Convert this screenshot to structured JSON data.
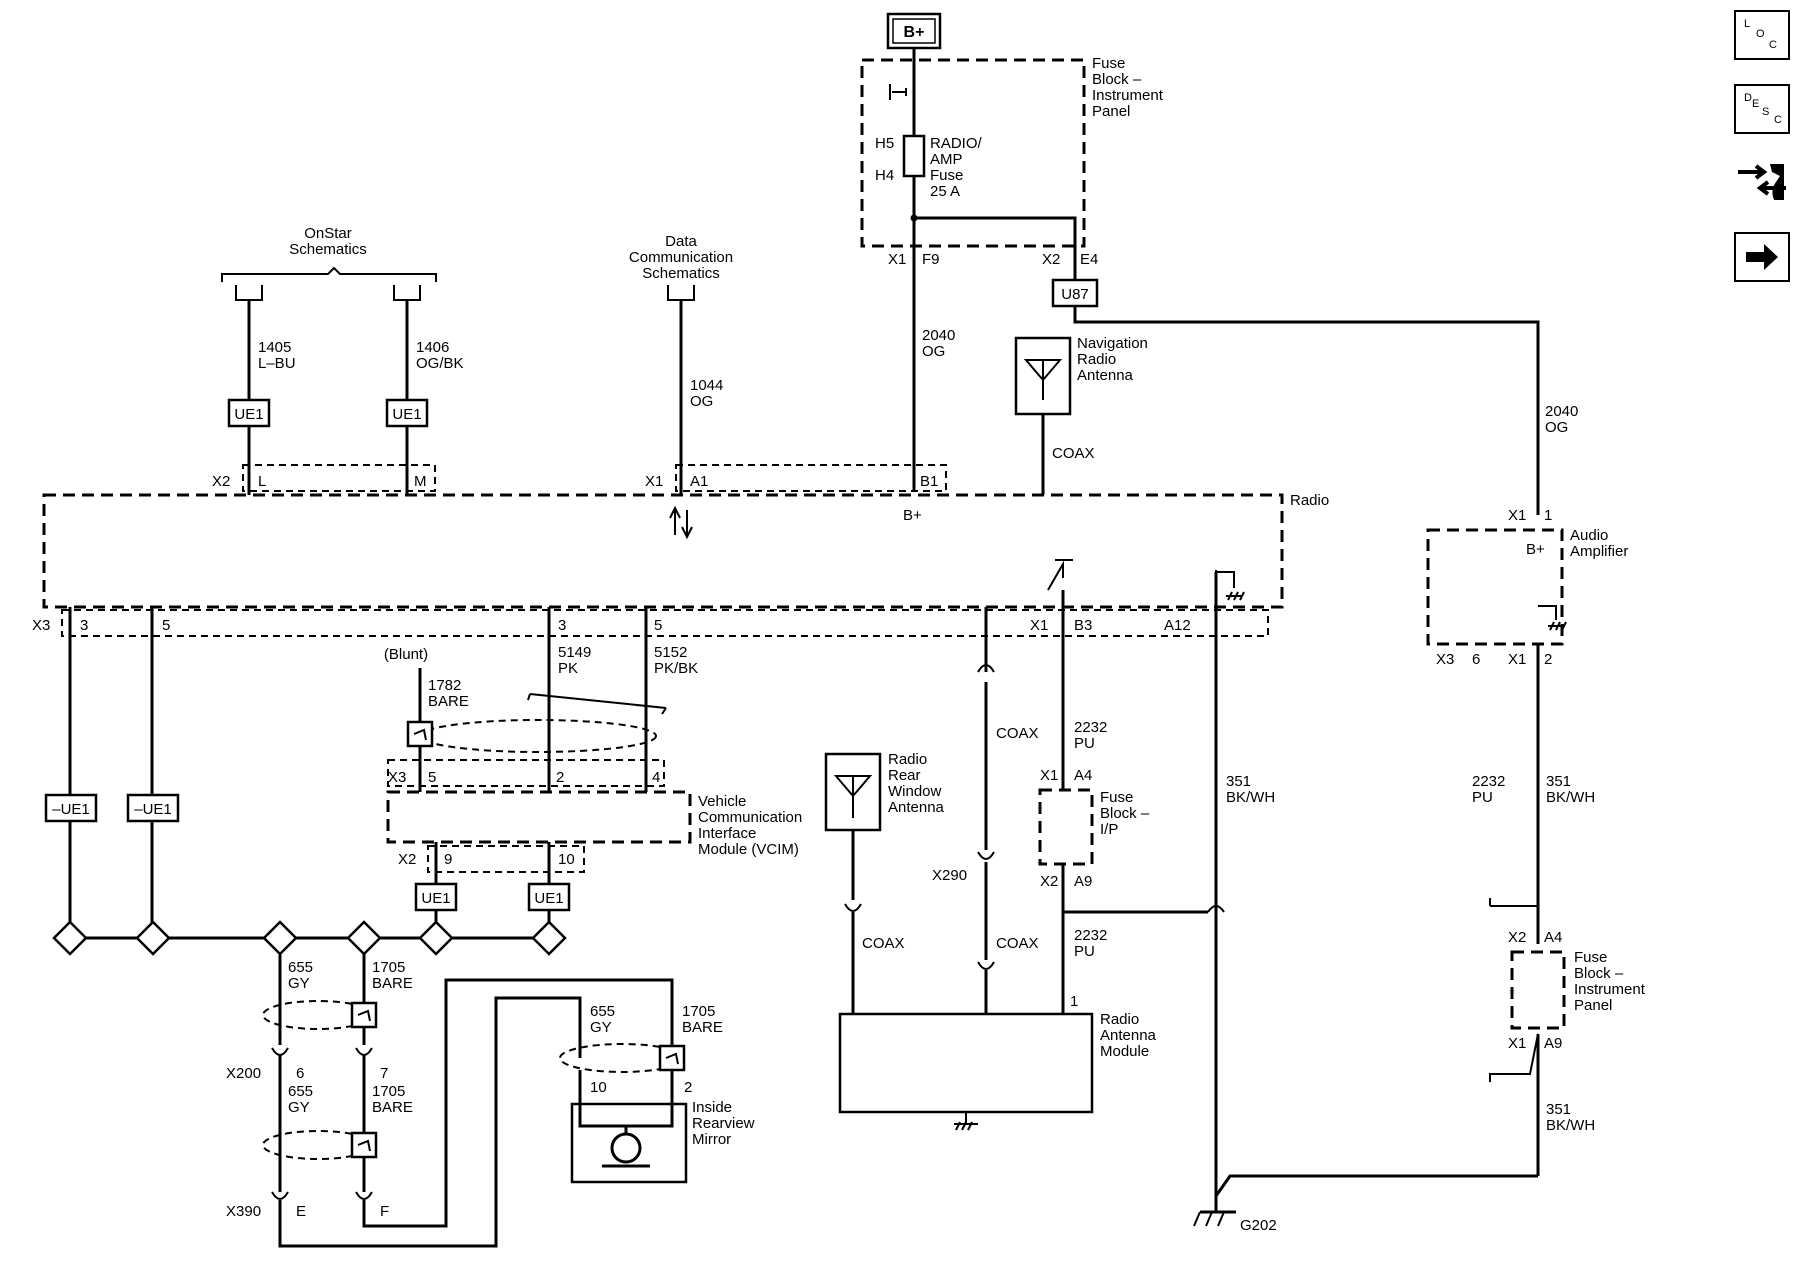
{
  "side_buttons": {
    "loc": [
      "L",
      "O",
      "C"
    ],
    "desc": [
      "D",
      "E",
      "S",
      "C"
    ]
  },
  "refs": {
    "onstar": [
      "OnStar",
      "Schematics"
    ],
    "data_comm": [
      "Data",
      "Communication",
      "Schematics"
    ]
  },
  "power": {
    "bplus_label": "B+",
    "fuse_block_top": [
      "Fuse",
      "Block –",
      "Instrument",
      "Panel"
    ],
    "fuse_label": [
      "RADIO/",
      "AMP",
      "Fuse",
      "25 A"
    ],
    "h5": "H5",
    "h4": "H4",
    "x1": "X1",
    "f9": "F9",
    "x2": "X2",
    "e4": "E4",
    "u87": "U87"
  },
  "wires": {
    "w1405": [
      "1405",
      "L–BU"
    ],
    "w1406": [
      "1406",
      "OG/BK"
    ],
    "w1044": [
      "1044",
      "OG"
    ],
    "w2040_top": [
      "2040",
      "OG"
    ],
    "w2040_right": [
      "2040",
      "OG"
    ],
    "w5149": [
      "5149",
      "PK"
    ],
    "w5152": [
      "5152",
      "PK/BK"
    ],
    "w1782": [
      "1782",
      "BARE"
    ],
    "blunt": "(Blunt)",
    "w2232_a": [
      "2232",
      "PU"
    ],
    "w2232_b": [
      "2232",
      "PU"
    ],
    "w2232_c": [
      "2232",
      "PU"
    ],
    "w351_a": [
      "351",
      "BK/WH"
    ],
    "w351_b": [
      "351",
      "BK/WH"
    ],
    "w351_c": [
      "351",
      "BK/WH"
    ],
    "w655_a": [
      "655",
      "GY"
    ],
    "w655_b": [
      "655",
      "GY"
    ],
    "w655_c": [
      "655",
      "GY"
    ],
    "w1705_a": [
      "1705",
      "BARE"
    ],
    "w1705_b": [
      "1705",
      "BARE"
    ],
    "w1705_c": [
      "1705",
      "BARE"
    ]
  },
  "ue1": "UE1",
  "neg_ue1": "–UE1",
  "radio": {
    "label": "Radio",
    "x2": "X2",
    "l": "L",
    "m": "M",
    "x1": "X1",
    "a1": "A1",
    "b1": "B1",
    "bplus": "B+",
    "x3": "X3",
    "p3a": "3",
    "p5a": "5",
    "p3b": "3",
    "p5b": "5",
    "x1b": "X1",
    "b3": "B3",
    "a12": "A12"
  },
  "nav_antenna": [
    "Navigation",
    "Radio",
    "Antenna"
  ],
  "coax": "COAX",
  "vcim": {
    "label": [
      "Vehicle",
      "Communication",
      "Interface",
      "Module (VCIM)"
    ],
    "x3": "X3",
    "p5": "5",
    "p2": "2",
    "p4": "4",
    "x2": "X2",
    "p9": "9",
    "p10": "10"
  },
  "rear_antenna": [
    "Radio",
    "Rear",
    "Window",
    "Antenna"
  ],
  "x290": "X290",
  "fuse_ip": {
    "label": [
      "Fuse",
      "Block –",
      "I/P"
    ],
    "x1": "X1",
    "a4": "A4",
    "x2": "X2",
    "a9": "A9"
  },
  "ram": {
    "label": [
      "Radio",
      "Antenna",
      "Module"
    ],
    "p1": "1"
  },
  "amp": {
    "label": [
      "Audio",
      "Amplifier"
    ],
    "x1": "X1",
    "p1": "1",
    "bplus": "B+",
    "x3": "X3",
    "p6": "6",
    "x1b": "X1",
    "p2": "2"
  },
  "fuse_ip2": {
    "label": [
      "Fuse",
      "Block –",
      "Instrument",
      "Panel"
    ],
    "x2": "X2",
    "a4": "A4",
    "x1": "X1",
    "a9": "A9"
  },
  "ground": "G202",
  "x200": {
    "label": "X200",
    "p6": "6",
    "p7": "7"
  },
  "x390": {
    "label": "X390",
    "pe": "E",
    "pf": "F"
  },
  "mirror": {
    "label": [
      "Inside",
      "Rearview",
      "Mirror"
    ],
    "p10": "10",
    "p2": "2"
  }
}
